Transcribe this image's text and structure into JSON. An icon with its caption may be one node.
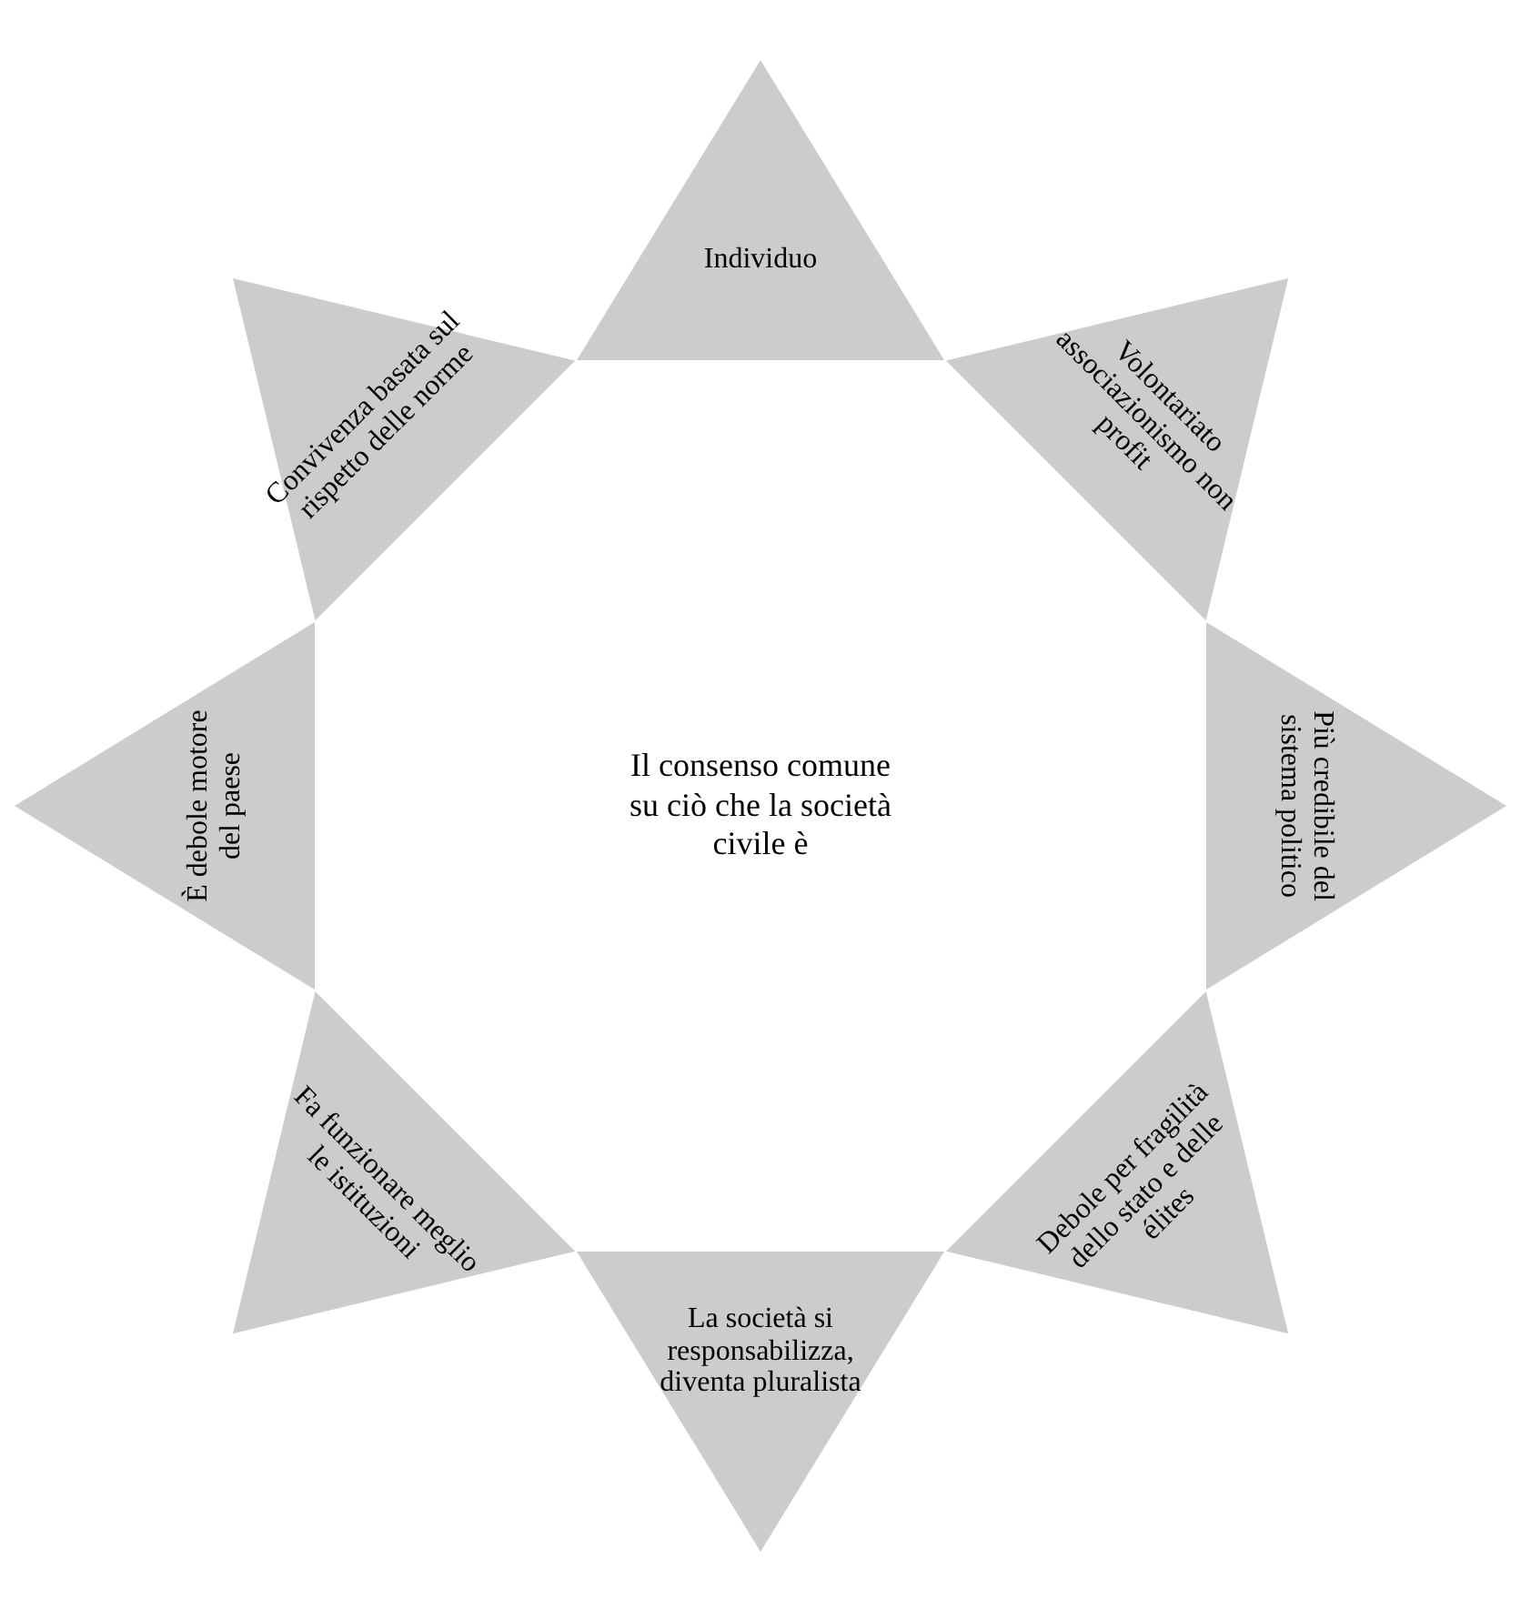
{
  "diagram": {
    "nodes": [
      {
        "text": [
          "Il consenso comune su ciò che la società civile è"
        ]
      },
      {
        "text": [
          "Individuo"
        ]
      },
      {
        "text": [
          "Volontariato associazionismo non profit"
        ]
      },
      {
        "text": [
          "Più credibile del sistema politico"
        ]
      },
      {
        "text": [
          "Debole per fragilità dello stato e delle élites"
        ]
      },
      {
        "text": [
          "La società si responsabilizza, diventa pluralista"
        ]
      },
      {
        "text": [
          "Fa funzionare meglio le istituzioni"
        ]
      },
      {
        "text": [
          "È debole motore del paese"
        ]
      },
      {
        "text": [
          "Convivenza basata sul rispetto delle norme"
        ]
      }
    ]
  }
}
